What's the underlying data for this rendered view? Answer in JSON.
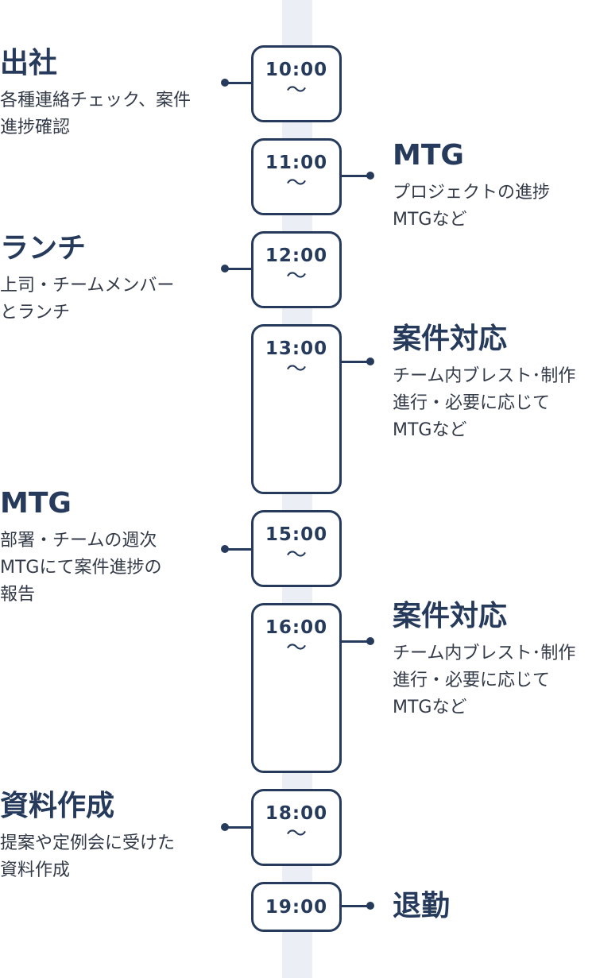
{
  "colors": {
    "primary": "#263a5c",
    "track": "#eceef5",
    "text": "#333a48"
  },
  "times": [
    {
      "label": "10:00",
      "tilde": "〜"
    },
    {
      "label": "11:00",
      "tilde": "〜"
    },
    {
      "label": "12:00",
      "tilde": "〜"
    },
    {
      "label": "13:00",
      "tilde": "〜"
    },
    {
      "label": "15:00",
      "tilde": "〜"
    },
    {
      "label": "16:00",
      "tilde": "〜"
    },
    {
      "label": "18:00",
      "tilde": "〜"
    },
    {
      "label": "19:00",
      "tilde": ""
    }
  ],
  "events": [
    {
      "title": "出社",
      "desc": "各種連絡チェック、案件\n進捗確認"
    },
    {
      "title": "MTG",
      "desc": "プロジェクトの進捗\nMTGなど"
    },
    {
      "title": "ランチ",
      "desc": "上司・チームメンバー\nとランチ"
    },
    {
      "title": "案件対応",
      "desc": "チーム内ブレスト･制作\n進行・必要に応じて\nMTGなど"
    },
    {
      "title": "MTG",
      "desc": "部署・チームの週次\nMTGにて案件進捗の\n報告"
    },
    {
      "title": "案件対応",
      "desc": "チーム内ブレスト･制作\n進行・必要に応じて\nMTGなど"
    },
    {
      "title": "資料作成",
      "desc": "提案や定例会に受けた\n資料作成"
    },
    {
      "title": "退勤",
      "desc": ""
    }
  ]
}
